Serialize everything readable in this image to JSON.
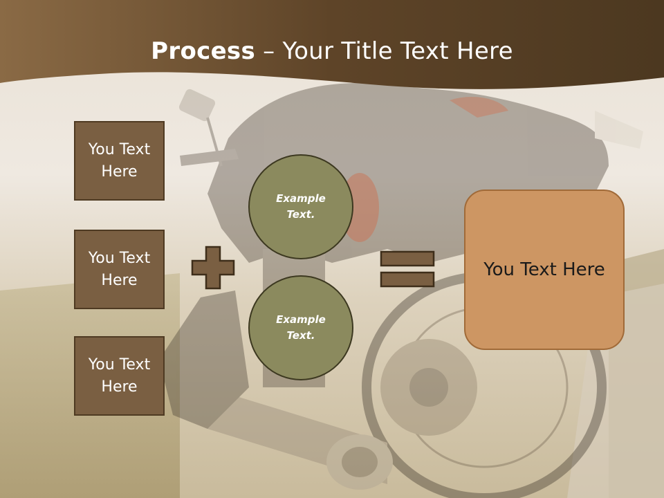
{
  "title": {
    "bold": "Process",
    "rest": " – Your Title Text Here"
  },
  "left_boxes": [
    {
      "label": "You Text Here"
    },
    {
      "label": "You Text Here"
    },
    {
      "label": "You Text Here"
    }
  ],
  "circles": [
    {
      "label": "Example Text."
    },
    {
      "label": "Example Text."
    }
  ],
  "result": {
    "label": "You Text Here"
  },
  "icons": {
    "operator_1": "plus-icon",
    "operator_2": "equals-icon"
  },
  "colors": {
    "header": "#6a5033",
    "box_fill": "#7a5f42",
    "circle_fill": "#8b8a5e",
    "result_fill": "#cd9663"
  }
}
